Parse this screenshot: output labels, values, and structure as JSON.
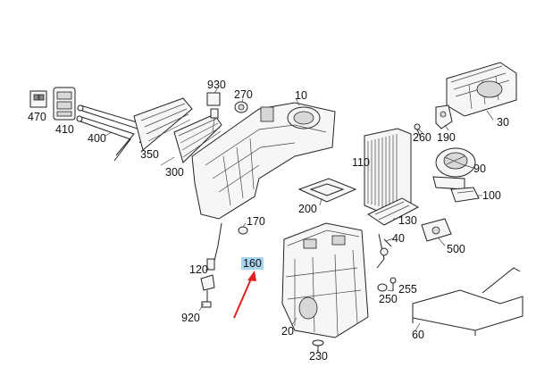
{
  "labels": [
    {
      "id": "470",
      "text": "470"
    },
    {
      "id": "410",
      "text": "410"
    },
    {
      "id": "400",
      "text": "400"
    },
    {
      "id": "350",
      "text": "350"
    },
    {
      "id": "300",
      "text": "300"
    },
    {
      "id": "930",
      "text": "930"
    },
    {
      "id": "270",
      "text": "270"
    },
    {
      "id": "10",
      "text": "10"
    },
    {
      "id": "30",
      "text": "30"
    },
    {
      "id": "260",
      "text": "260"
    },
    {
      "id": "190",
      "text": "190"
    },
    {
      "id": "110",
      "text": "110"
    },
    {
      "id": "90",
      "text": "90"
    },
    {
      "id": "100",
      "text": "100"
    },
    {
      "id": "200",
      "text": "200"
    },
    {
      "id": "170",
      "text": "170"
    },
    {
      "id": "130",
      "text": "130"
    },
    {
      "id": "40",
      "text": "40"
    },
    {
      "id": "500",
      "text": "500"
    },
    {
      "id": "120",
      "text": "120"
    },
    {
      "id": "160",
      "text": "160"
    },
    {
      "id": "255",
      "text": "255"
    },
    {
      "id": "250",
      "text": "250"
    },
    {
      "id": "920",
      "text": "920"
    },
    {
      "id": "20",
      "text": "20"
    },
    {
      "id": "60",
      "text": "60"
    },
    {
      "id": "230",
      "text": "230"
    }
  ],
  "highlight": {
    "part": "160",
    "color": "#a9d4ee"
  },
  "arrow_color": "#e02020"
}
